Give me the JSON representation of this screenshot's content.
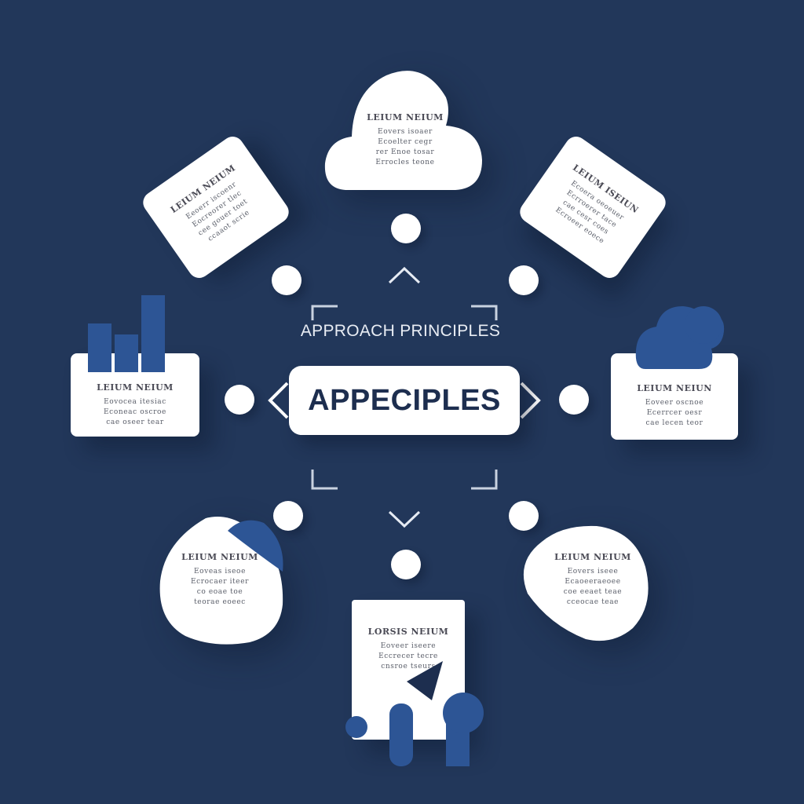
{
  "center": {
    "heading": "APPROACH PRINCIPLES",
    "word": "APPECIPLES"
  },
  "cards": {
    "top": {
      "title": "LEIUM NEIUM",
      "lines": [
        "Eovers isoaer",
        "Ecoelter cegr",
        "rer Enoe tosar",
        "Errocles teone"
      ]
    },
    "upper_left": {
      "title": "LEIUM NEIUM",
      "lines": [
        "Eeoerr iscoenr",
        "Eocreorer tlec",
        "cee gouer toet",
        "ccaaot scrie"
      ]
    },
    "upper_right": {
      "title": "LEIUM ISEIUN",
      "lines": [
        "Ecoera oeoeuer",
        "Ecrroerer tace",
        "cae cesr coes",
        "Ecroeer eoece"
      ]
    },
    "left": {
      "title": "LEIUM NEIUM",
      "lines": [
        "Eovocea itesiac",
        "Econeac oscroe",
        "cae oseer tear"
      ]
    },
    "right": {
      "title": "LEIUM NEIUN",
      "lines": [
        "Eoveer oscnoe",
        "Ecerrcer oesr",
        "cae lecen teor"
      ]
    },
    "lower_left": {
      "title": "LEIUM NEIUM",
      "lines": [
        "Eoveas iseoe",
        "Ecrocaer iteer",
        "co eoae toe",
        "teorae eoeec"
      ]
    },
    "lower_right": {
      "title": "LEIUM NEIUM",
      "lines": [
        "Eovers iseee",
        "Ecaoeeraeoee",
        "coe eeaet teae",
        "cceocae teae"
      ]
    },
    "bottom": {
      "title": "LORSIS NEIUM",
      "lines": [
        "Eoveer iseere",
        "Eccrecer tecre",
        "cnsroe tseurs"
      ]
    }
  },
  "colors": {
    "background": "#22375a",
    "card": "#ffffff",
    "accent_blue": "#2d5595",
    "center_text": "#1d2e4f",
    "bracket": "#c9d2e0"
  },
  "icons": {
    "top_card": "cloud-icon",
    "left_card": "bar-chart-icon",
    "right_card": "cloud-icon",
    "bottom_card": "document-chart-icon",
    "arrows": [
      "chevron-up-icon",
      "chevron-down-icon",
      "chevron-left-icon",
      "chevron-right-icon"
    ]
  }
}
